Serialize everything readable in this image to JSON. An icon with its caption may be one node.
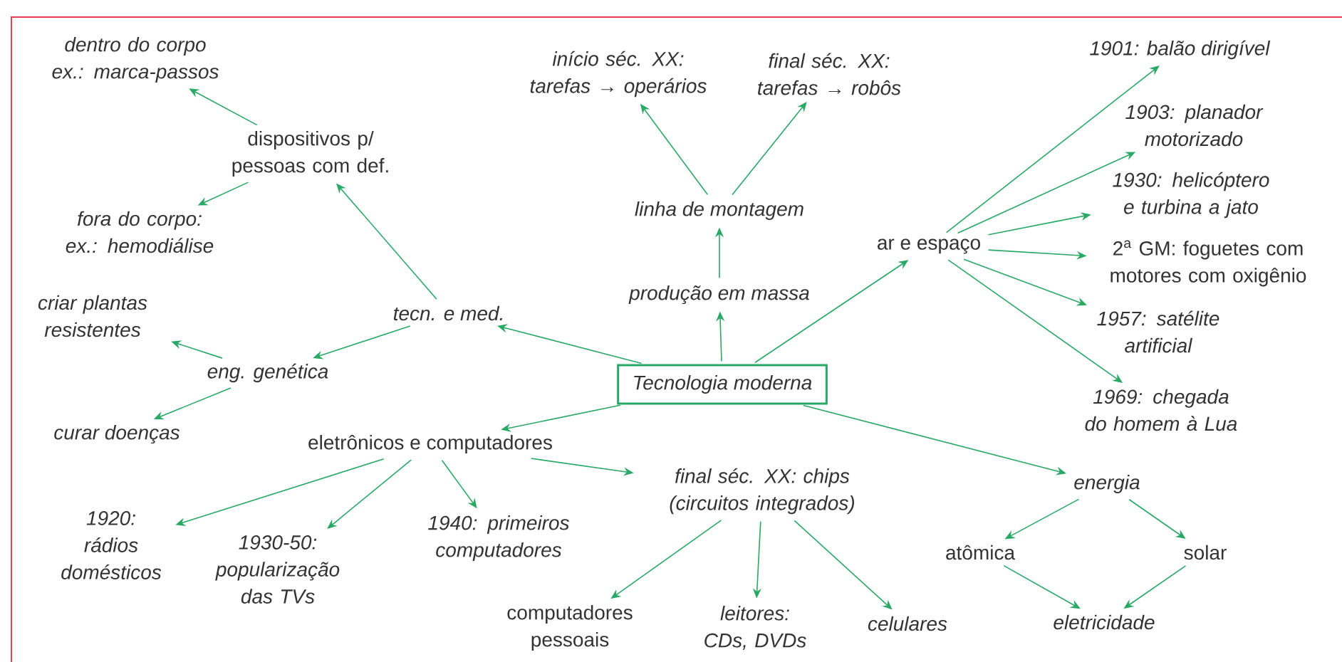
{
  "diagram": {
    "nodes": [
      {
        "text": [
          "Tecnologia moderna"
        ]
      },
      {
        "text": [
          "tecn. e med."
        ]
      },
      {
        "text": [
          "dispositivos p/ pessoas com def."
        ]
      },
      {
        "text": [
          "dentro do corpo ex.: marca-passos"
        ]
      },
      {
        "text": [
          "fora do corpo: ex.: hemodiálise"
        ]
      },
      {
        "text": [
          "eng. genética"
        ]
      },
      {
        "text": [
          "criar plantas resistentes"
        ]
      },
      {
        "text": [
          "curar doenças"
        ]
      },
      {
        "text": [
          "eletrônicos e computadores"
        ]
      },
      {
        "text": [
          "1920: rádios domésticos"
        ]
      },
      {
        "text": [
          "1930-50: popularização das TVs"
        ]
      },
      {
        "text": [
          "1940: primeiros computadores"
        ]
      },
      {
        "text": [
          "final séc. XX: chips (circuitos integrados)"
        ]
      },
      {
        "text": [
          "computadores pessoais"
        ]
      },
      {
        "text": [
          "leitores: CDs, DVDs"
        ]
      },
      {
        "text": [
          "celulares"
        ]
      },
      {
        "text": [
          "produção em massa"
        ]
      },
      {
        "text": [
          "linha de montagem"
        ]
      },
      {
        "text": [
          "início séc. XX: tarefas → operários"
        ]
      },
      {
        "text": [
          "final séc. XX: tarefas → robôs"
        ]
      },
      {
        "text": [
          "ar e espaço"
        ]
      },
      {
        "text": [
          "1901: balão dirigível"
        ]
      },
      {
        "text": [
          "1903: planador motorizado"
        ]
      },
      {
        "text": [
          "1930: helicóptero e turbina a jato"
        ]
      },
      {
        "text": [
          "2$^{a}$ GM: foguetes com motores com oxigênio"
        ]
      },
      {
        "text": [
          "1957: satélite artificial"
        ]
      },
      {
        "text": [
          "1969: chegada do homem à Lua"
        ]
      },
      {
        "text": [
          "energia"
        ]
      },
      {
        "text": [
          "atômica"
        ]
      },
      {
        "text": [
          "solar"
        ]
      },
      {
        "text": [
          "eletricidade"
        ]
      }
    ],
    "edges": [
      {
        "from": 0,
        "to": 1,
        "arrow": "to"
      },
      {
        "from": 1,
        "to": 2,
        "arrow": "to"
      },
      {
        "from": 2,
        "to": 3,
        "arrow": "to"
      },
      {
        "from": 2,
        "to": 4,
        "arrow": "to"
      },
      {
        "from": 1,
        "to": 5,
        "arrow": "to"
      },
      {
        "from": 5,
        "to": 6,
        "arrow": "to"
      },
      {
        "from": 5,
        "to": 7,
        "arrow": "to"
      },
      {
        "from": 0,
        "to": 8,
        "arrow": "to"
      },
      {
        "from": 8,
        "to": 9,
        "arrow": "to"
      },
      {
        "from": 8,
        "to": 10,
        "arrow": "to"
      },
      {
        "from": 8,
        "to": 11,
        "arrow": "to"
      },
      {
        "from": 8,
        "to": 12,
        "arrow": "to"
      },
      {
        "from": 12,
        "to": 13,
        "arrow": "to"
      },
      {
        "from": 12,
        "to": 14,
        "arrow": "to"
      },
      {
        "from": 12,
        "to": 15,
        "arrow": "to"
      },
      {
        "from": 0,
        "to": 16,
        "arrow": "to"
      },
      {
        "from": 16,
        "to": 17,
        "arrow": "to"
      },
      {
        "from": 17,
        "to": 18,
        "arrow": "to"
      },
      {
        "from": 17,
        "to": 19,
        "arrow": "to"
      },
      {
        "from": 0,
        "to": 20,
        "arrow": "to"
      },
      {
        "from": 20,
        "to": 21,
        "arrow": "to"
      },
      {
        "from": 20,
        "to": 22,
        "arrow": "to"
      },
      {
        "from": 20,
        "to": 23,
        "arrow": "to"
      },
      {
        "from": 20,
        "to": 24,
        "arrow": "to"
      },
      {
        "from": 20,
        "to": 25,
        "arrow": "to"
      },
      {
        "from": 20,
        "to": 26,
        "arrow": "to"
      },
      {
        "from": 0,
        "to": 27,
        "arrow": "to"
      },
      {
        "from": 27,
        "to": 28,
        "arrow": "to"
      },
      {
        "from": 27,
        "to": 29,
        "arrow": "to"
      },
      {
        "from": 28,
        "to": 30,
        "arrow": "to"
      },
      {
        "from": 29,
        "to": 30,
        "arrow": "to"
      }
    ]
  }
}
